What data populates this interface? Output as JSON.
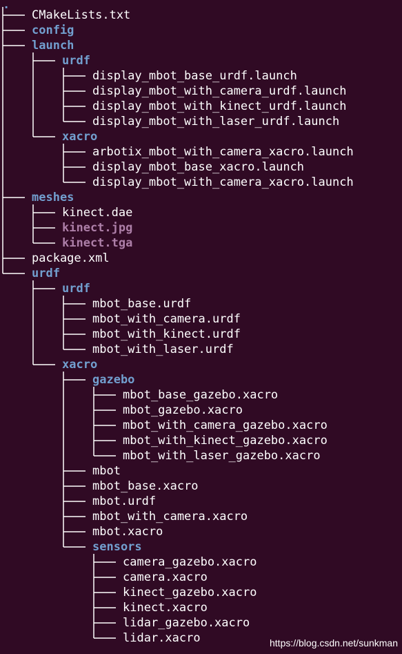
{
  "root": ".",
  "watermark": "https://blog.csdn.net/sunkman",
  "colors": {
    "background": "#300a24",
    "file": "#ffffff",
    "directory": "#729fcf",
    "image": "#ad7fa8",
    "tree_lines": "#ffffff"
  },
  "tree": [
    {
      "name": "CMakeLists.txt",
      "type": "file"
    },
    {
      "name": "config",
      "type": "dir"
    },
    {
      "name": "launch",
      "type": "dir",
      "children": [
        {
          "name": "urdf",
          "type": "dir",
          "children": [
            {
              "name": "display_mbot_base_urdf.launch",
              "type": "file"
            },
            {
              "name": "display_mbot_with_camera_urdf.launch",
              "type": "file"
            },
            {
              "name": "display_mbot_with_kinect_urdf.launch",
              "type": "file"
            },
            {
              "name": "display_mbot_with_laser_urdf.launch",
              "type": "file"
            }
          ]
        },
        {
          "name": "xacro",
          "type": "dir",
          "children": [
            {
              "name": "arbotix_mbot_with_camera_xacro.launch",
              "type": "file"
            },
            {
              "name": "display_mbot_base_xacro.launch",
              "type": "file"
            },
            {
              "name": "display_mbot_with_camera_xacro.launch",
              "type": "file"
            }
          ]
        }
      ]
    },
    {
      "name": "meshes",
      "type": "dir",
      "children": [
        {
          "name": "kinect.dae",
          "type": "file"
        },
        {
          "name": "kinect.jpg",
          "type": "img"
        },
        {
          "name": "kinect.tga",
          "type": "img"
        }
      ]
    },
    {
      "name": "package.xml",
      "type": "file"
    },
    {
      "name": "urdf",
      "type": "dir",
      "children": [
        {
          "name": "urdf",
          "type": "dir",
          "children": [
            {
              "name": "mbot_base.urdf",
              "type": "file"
            },
            {
              "name": "mbot_with_camera.urdf",
              "type": "file"
            },
            {
              "name": "mbot_with_kinect.urdf",
              "type": "file"
            },
            {
              "name": "mbot_with_laser.urdf",
              "type": "file"
            }
          ]
        },
        {
          "name": "xacro",
          "type": "dir",
          "children": [
            {
              "name": "gazebo",
              "type": "dir",
              "children": [
                {
                  "name": "mbot_base_gazebo.xacro",
                  "type": "file"
                },
                {
                  "name": "mbot_gazebo.xacro",
                  "type": "file"
                },
                {
                  "name": "mbot_with_camera_gazebo.xacro",
                  "type": "file"
                },
                {
                  "name": "mbot_with_kinect_gazebo.xacro",
                  "type": "file"
                },
                {
                  "name": "mbot_with_laser_gazebo.xacro",
                  "type": "file"
                }
              ]
            },
            {
              "name": "mbot",
              "type": "file"
            },
            {
              "name": "mbot_base.xacro",
              "type": "file"
            },
            {
              "name": "mbot.urdf",
              "type": "file"
            },
            {
              "name": "mbot_with_camera.xacro",
              "type": "file"
            },
            {
              "name": "mbot.xacro",
              "type": "file"
            },
            {
              "name": "sensors",
              "type": "dir",
              "children": [
                {
                  "name": "camera_gazebo.xacro",
                  "type": "file"
                },
                {
                  "name": "camera.xacro",
                  "type": "file"
                },
                {
                  "name": "kinect_gazebo.xacro",
                  "type": "file"
                },
                {
                  "name": "kinect.xacro",
                  "type": "file"
                },
                {
                  "name": "lidar_gazebo.xacro",
                  "type": "file"
                },
                {
                  "name": "lidar.xacro",
                  "type": "file"
                }
              ]
            }
          ]
        }
      ]
    }
  ]
}
